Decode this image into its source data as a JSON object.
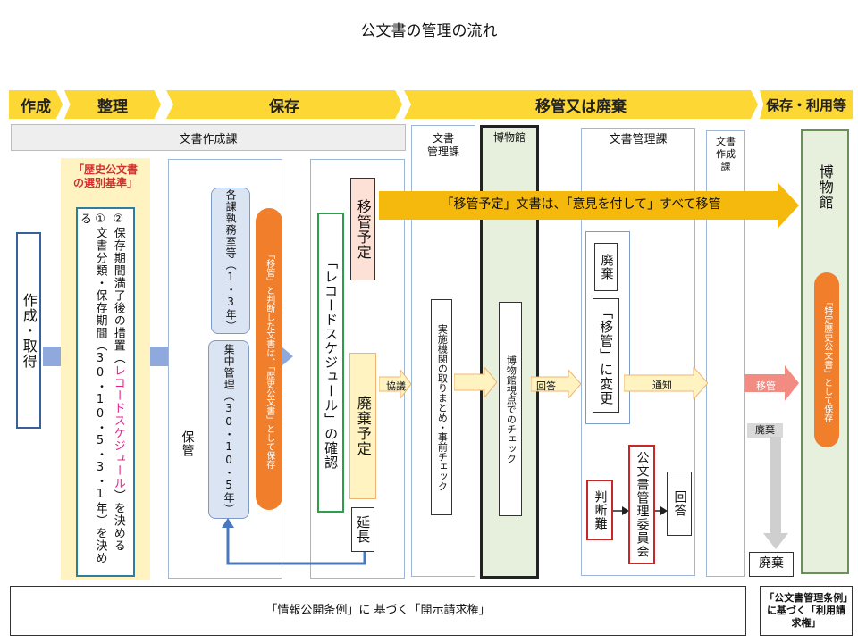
{
  "title": "公文書の管理の流れ",
  "bands": {
    "sakusei": "作成",
    "seiri": "整理",
    "hozon": "保存",
    "iko": "移管又は廃棄",
    "riyo": "保存・利用等"
  },
  "headers": {
    "bunsho_sakuseika": "文書作成課",
    "bunsho_kanrika_1": "文書\n管理課",
    "hakubutsukan_small": "博物館",
    "bunsho_kanrika_2": "文書管理課",
    "bunsho_sakuseika_small": "文書\n作成\n課"
  },
  "sakusei_shutoku": "作成・取得",
  "seiri": {
    "criteria_line1": "「歴史公文書",
    "criteria_line2": "の選別基準」",
    "item1": "①文書分類・保存期間（30・10・5・3・1年）を決める",
    "item2a": "②保存期間満了後の措置（",
    "item2_red": "レコードスケジュール",
    "item2b": "）を決める"
  },
  "hozon": {
    "kakuka": "各課執務室等（1・3年）",
    "shuchu": "集中管理（30・10・5年）",
    "hokan": "保管",
    "orange_note": "「移管」と判断した文書は、「歴史公文書」として保存"
  },
  "schedule": {
    "ikan_yotei": "移管予定",
    "check": "「レコードスケジュール」の確認",
    "haiki_yotei": "廃棄予定",
    "encho": "延長"
  },
  "big_arrow": "「移管予定」文書は、「意見を付して」すべて移管",
  "flow": {
    "kyogi": "協議",
    "jisshi": "実施機関の取りまとめ・事前チェック",
    "hakubutsukan_check": "博物館視点でのチェック",
    "kaito": "回答",
    "haiki": "廃棄",
    "henko": "「移管」に変更",
    "tsuchi": "通知",
    "handan_nan": "判断難",
    "iinkai": "公文書管理委員会",
    "kaito2": "回答",
    "ikan": "移管",
    "haiki_small": "廃棄",
    "haiki_box": "廃棄"
  },
  "museum": {
    "title": "博物館",
    "note": "「特定歴史公文書」として保存"
  },
  "footer": {
    "left": "「情報公開条例」に 基づく「開示請求権」",
    "right": "「公文書管理条例」に基づく「利用請求権」"
  },
  "colors": {
    "band": "#fdd835",
    "blue_arrow": "#8fa9dc",
    "orange": "#f07e2a",
    "green": "#2e7d32",
    "red": "#c62828",
    "museum_bg": "#e6f0dc"
  }
}
